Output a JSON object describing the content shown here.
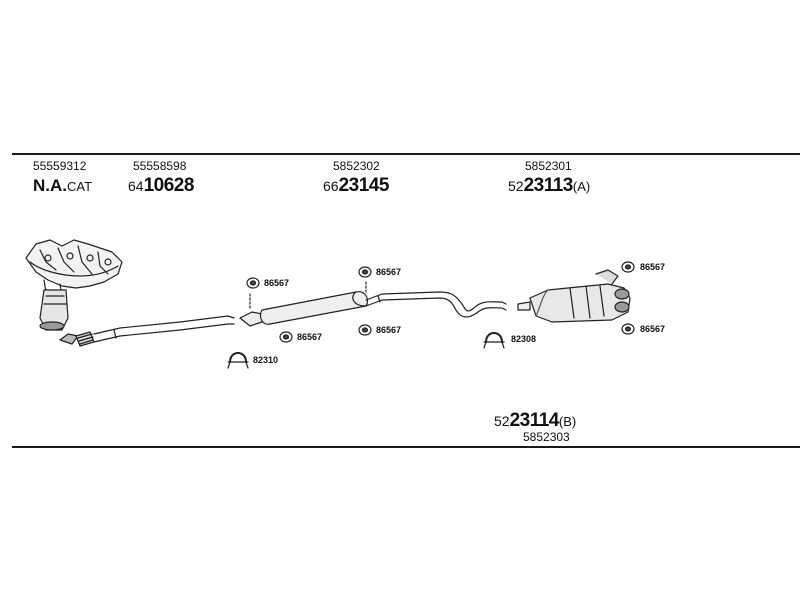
{
  "header": {
    "col1": {
      "top_code": "55559312",
      "main_bold": "N.A.",
      "main_suffix": "CAT"
    },
    "col2": {
      "top_code": "55558598",
      "prefix": "64",
      "main_bold": "10628"
    },
    "col3": {
      "top_code": "5852302",
      "prefix": "66",
      "main_bold": "23145"
    },
    "col4": {
      "top_code": "5852301",
      "prefix": "52",
      "main_bold": "23113",
      "suffix": "(A)"
    }
  },
  "footer": {
    "prefix": "52",
    "main_bold": "23114",
    "suffix": "(B)",
    "bottom_code": "5852303"
  },
  "parts": {
    "hanger_a": "86567",
    "hanger_b": "86567",
    "hanger_c": "86567",
    "hanger_d": "86567",
    "hanger_e": "86567",
    "hanger_f": "86567",
    "clamp_a": "82310",
    "clamp_b": "82308"
  }
}
